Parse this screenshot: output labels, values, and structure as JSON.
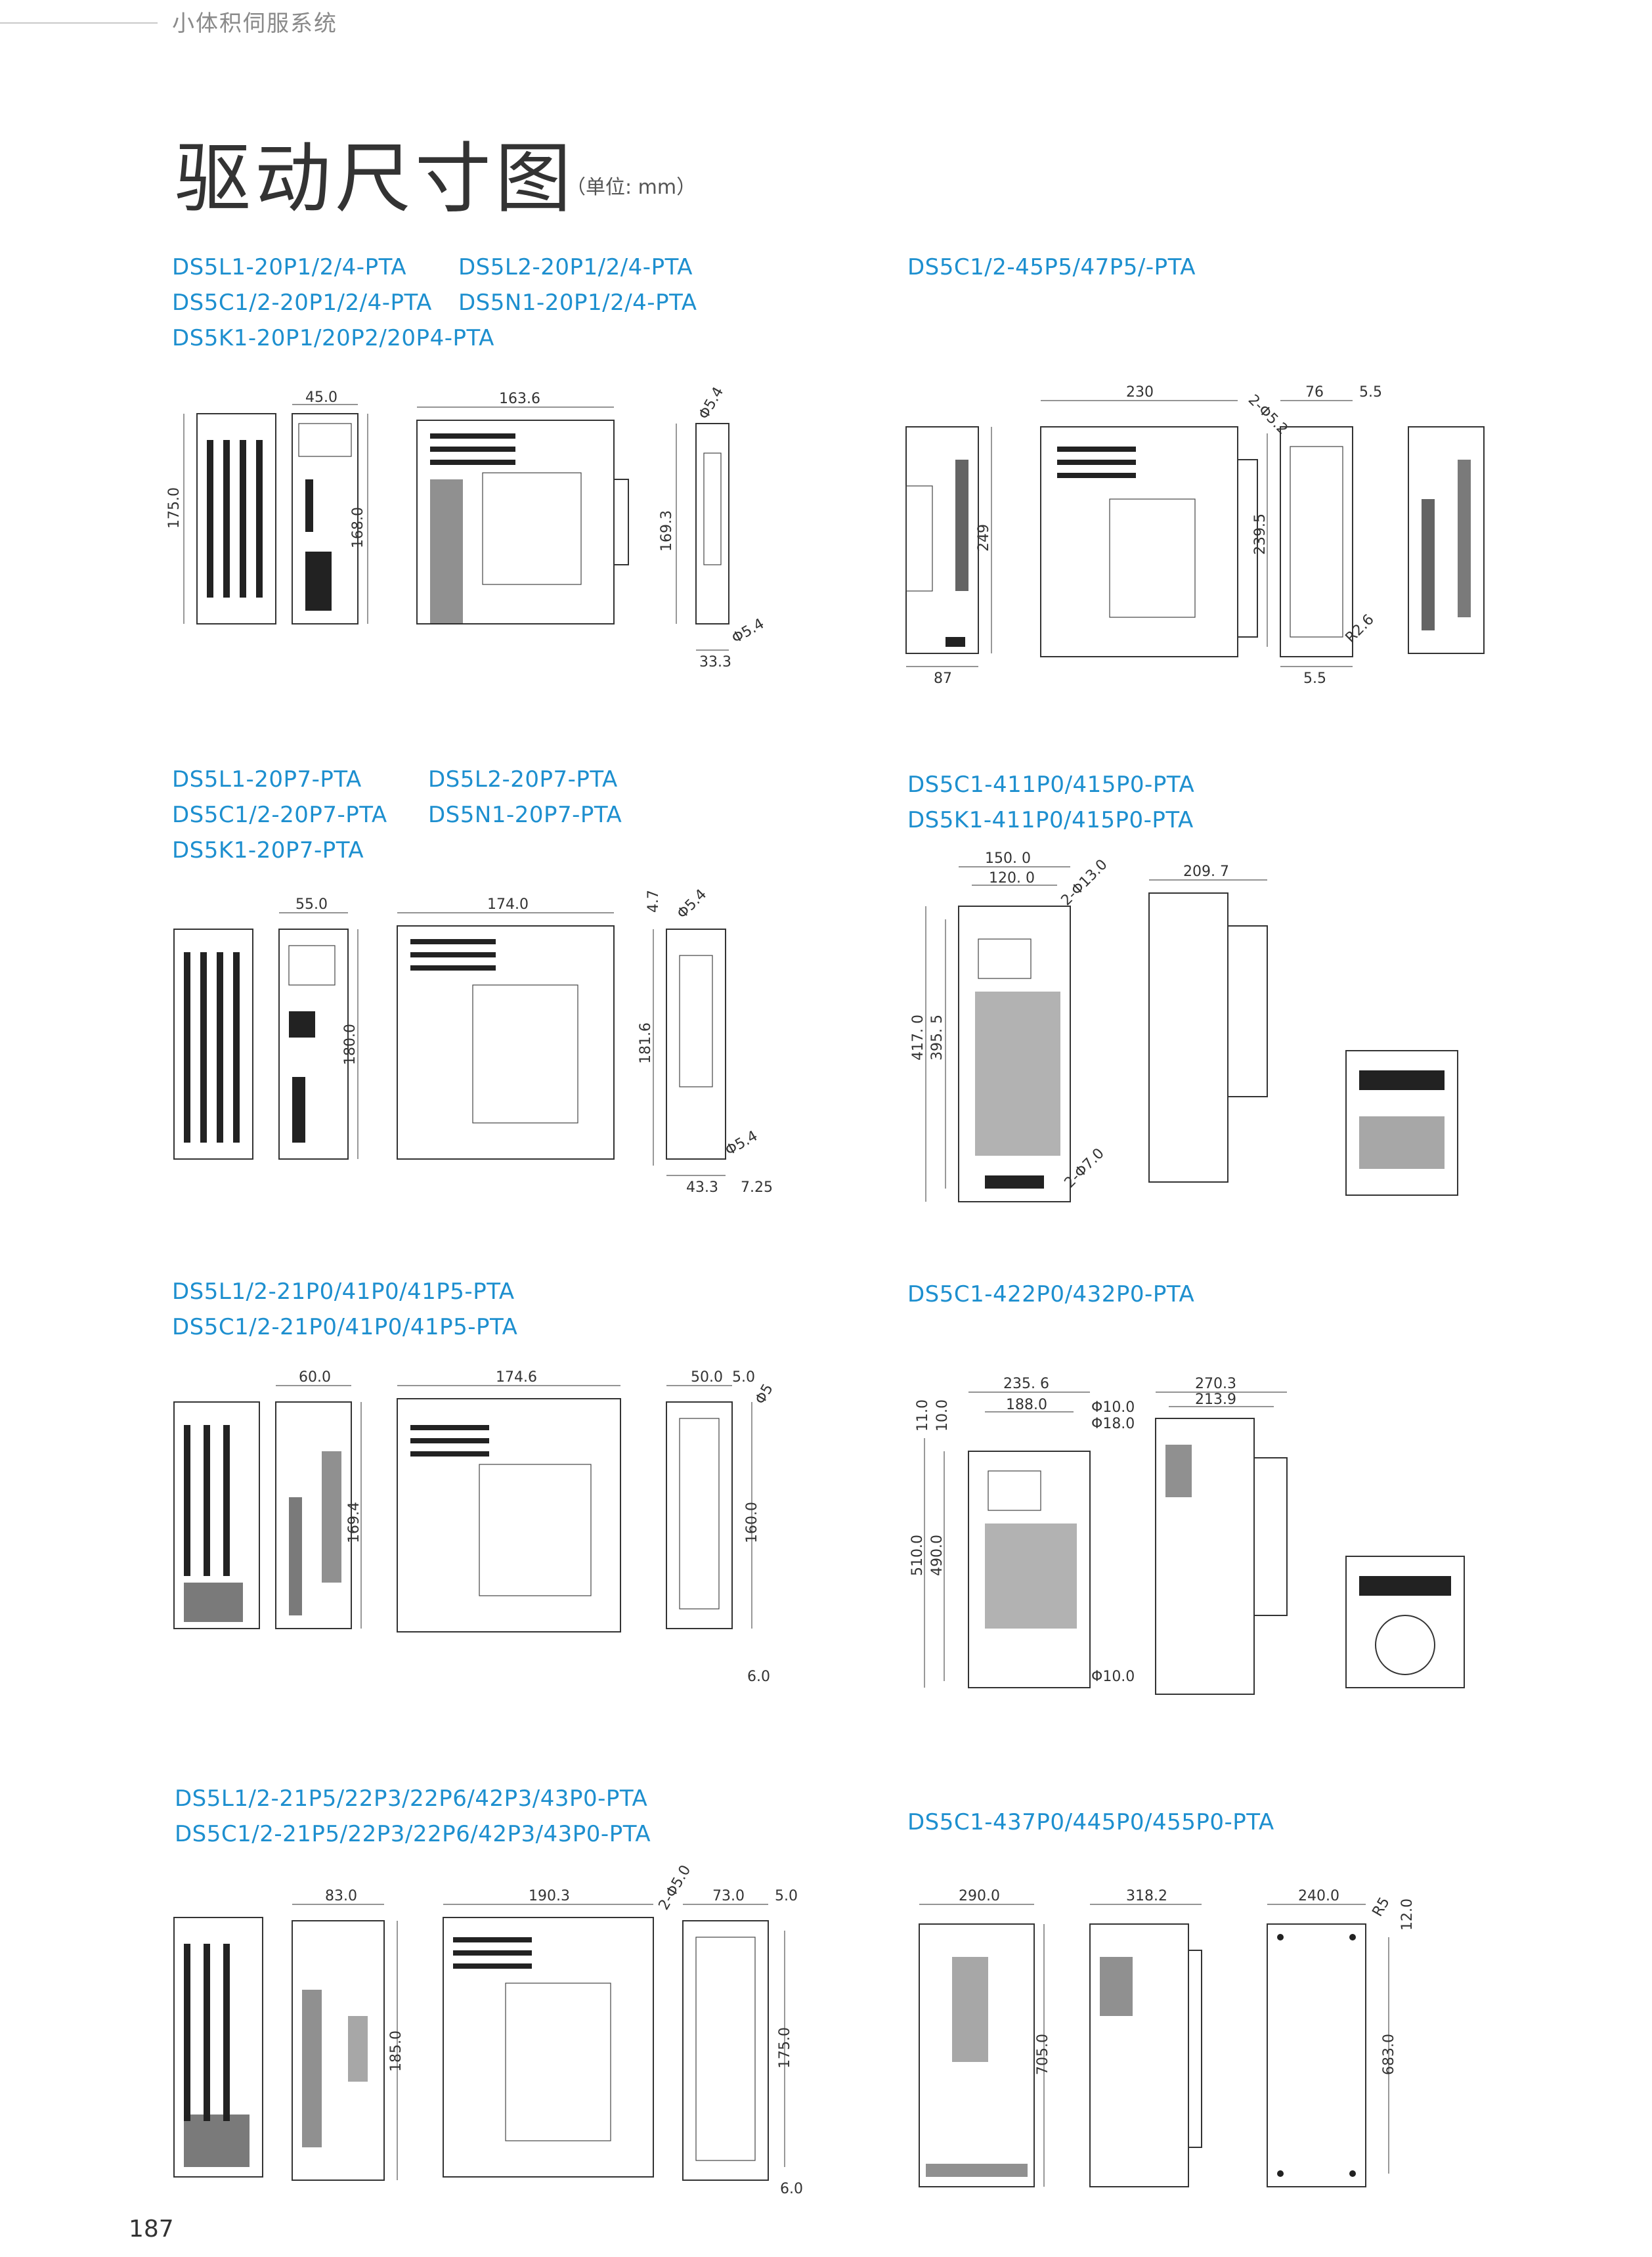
{
  "header": {
    "section": "小体积伺服系统"
  },
  "title": "驱动尺寸图",
  "unit": "（单位: mm）",
  "page_number": "187",
  "groups": [
    {
      "models": [
        "DS5L1-20P1/2/4-PTA",
        "DS5C1/2-20P1/2/4-PTA",
        "DS5K1-20P1/20P2/20P4-PTA"
      ],
      "models_col2": [
        "DS5L2-20P1/2/4-PTA",
        "DS5N1-20P1/2/4-PTA"
      ],
      "dims": [
        "45.0",
        "175.0",
        "168.0",
        "163.6",
        "Φ5.4",
        "169.3",
        "Φ5.4",
        "33.3"
      ]
    },
    {
      "models": [
        "DS5C1/2-45P5/47P5/-PTA"
      ],
      "dims": [
        "230",
        "2-Φ5.2",
        "76",
        "5.5",
        "249",
        "239.5",
        "87",
        "R2.6",
        "5.5"
      ]
    },
    {
      "models": [
        "DS5L1-20P7-PTA",
        "DS5C1/2-20P7-PTA",
        "DS5K1-20P7-PTA"
      ],
      "models_col2": [
        "DS5L2-20P7-PTA",
        "DS5N1-20P7-PTA"
      ],
      "dims": [
        "55.0",
        "180.0",
        "174.0",
        "4.7",
        "Φ5.4",
        "181.6",
        "Φ5.4",
        "43.3",
        "7.25"
      ]
    },
    {
      "models": [
        "DS5C1-411P0/415P0-PTA",
        "DS5K1-411P0/415P0-PTA"
      ],
      "dims": [
        "150. 0",
        "120. 0",
        "2-Φ13.0",
        "417. 0",
        "395. 5",
        "209. 7",
        "2-Φ7.0"
      ]
    },
    {
      "models": [
        "DS5L1/2-21P0/41P0/41P5-PTA",
        "DS5C1/2-21P0/41P0/41P5-PTA"
      ],
      "dims": [
        "60.0",
        "169.4",
        "174.6",
        "50.0",
        "5.0",
        "Φ5",
        "160.0",
        "6.0"
      ]
    },
    {
      "models": [
        "DS5C1-422P0/432P0-PTA"
      ],
      "dims": [
        "11.0",
        "10.0",
        "235. 6",
        "188.0",
        "Φ10.0",
        "Φ18.0",
        "510.0",
        "490.0",
        "Φ10.0",
        "270.3",
        "213.9"
      ]
    },
    {
      "models": [
        "DS5L1/2-21P5/22P3/22P6/42P3/43P0-PTA",
        "DS5C1/2-21P5/22P3/22P6/42P3/43P0-PTA"
      ],
      "dims": [
        "83.0",
        "185.0",
        "190.3",
        "2-Φ5.0",
        "73.0",
        "5.0",
        "175.0",
        "6.0"
      ]
    },
    {
      "models": [
        "DS5C1-437P0/445P0/455P0-PTA"
      ],
      "dims": [
        "290.0",
        "705.0",
        "318.2",
        "240.0",
        "R5",
        "12.0",
        "683.0"
      ]
    }
  ],
  "colors": {
    "model_text": "#1d8fcf",
    "line": "#333333",
    "header": "#8a8a8a"
  }
}
